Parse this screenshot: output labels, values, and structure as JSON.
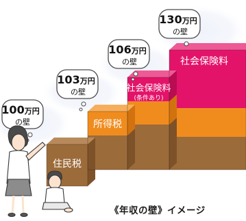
{
  "colors": {
    "brown": "#9C6B3A",
    "orange": "#F08C1E",
    "magenta": "#E3136A",
    "bubble": "#EFF2FA"
  },
  "walls": [
    {
      "amount": "100",
      "unit": "万円",
      "sub": "の壁"
    },
    {
      "amount": "103",
      "unit": "万円",
      "sub": "の壁"
    },
    {
      "amount": "106",
      "unit": "万円",
      "sub": "の壁"
    },
    {
      "amount": "130",
      "unit": "万円",
      "sub": "の壁"
    }
  ],
  "blocks": {
    "resident_tax": "住民税",
    "income_tax": "所得税",
    "social_insurance_conditional": "社会保険料",
    "conditional_note": "(条件あり)",
    "social_insurance": "社会保険料"
  },
  "caption": "《年収の壁》イメージ",
  "people": [
    "woman-pointing",
    "child-kneeling"
  ]
}
